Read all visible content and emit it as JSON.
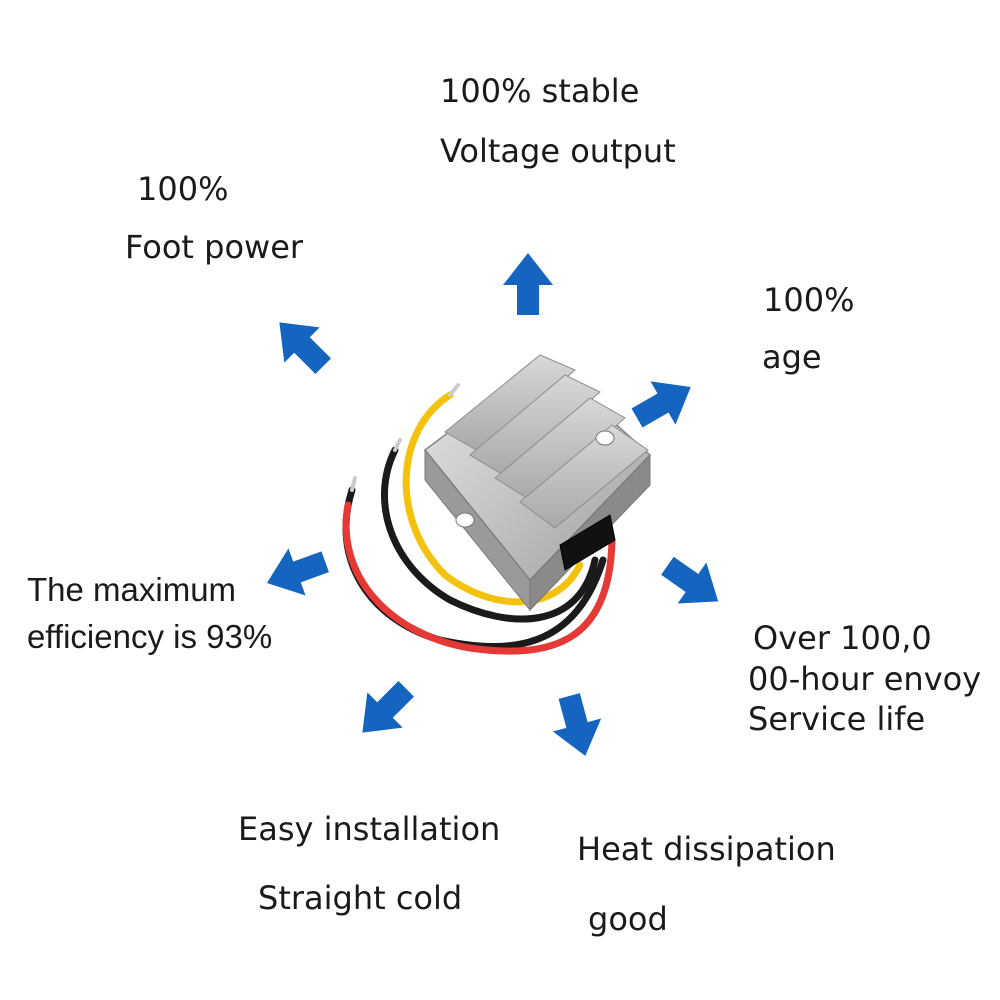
{
  "features": {
    "stable_voltage": {
      "line1": "100% stable",
      "line2": "Voltage output"
    },
    "foot_power": {
      "line1": "100%",
      "line2": "Foot power"
    },
    "age": {
      "line1": "100%",
      "line2": "age"
    },
    "efficiency": {
      "line1": "The maximum",
      "line2": "efficiency is 93%"
    },
    "service_life": {
      "line1": "Over 100,0",
      "line2": "00-hour envoy",
      "line3": "Service life"
    },
    "installation": {
      "line1": "Easy installation",
      "line2": "Straight cold"
    },
    "heat": {
      "line1": "Heat dissipation",
      "line2": "good"
    }
  },
  "colors": {
    "arrow": "#1565c0",
    "housing": "#bdbdbd",
    "wire_red": "#e53935",
    "wire_black": "#1a1a1a",
    "wire_yellow": "#f4c20d"
  },
  "icons": [
    "arrow-up-icon",
    "arrow-up-left-icon",
    "arrow-up-right-icon",
    "arrow-left-icon",
    "arrow-down-right-icon",
    "arrow-down-left-icon",
    "arrow-down-icon"
  ]
}
